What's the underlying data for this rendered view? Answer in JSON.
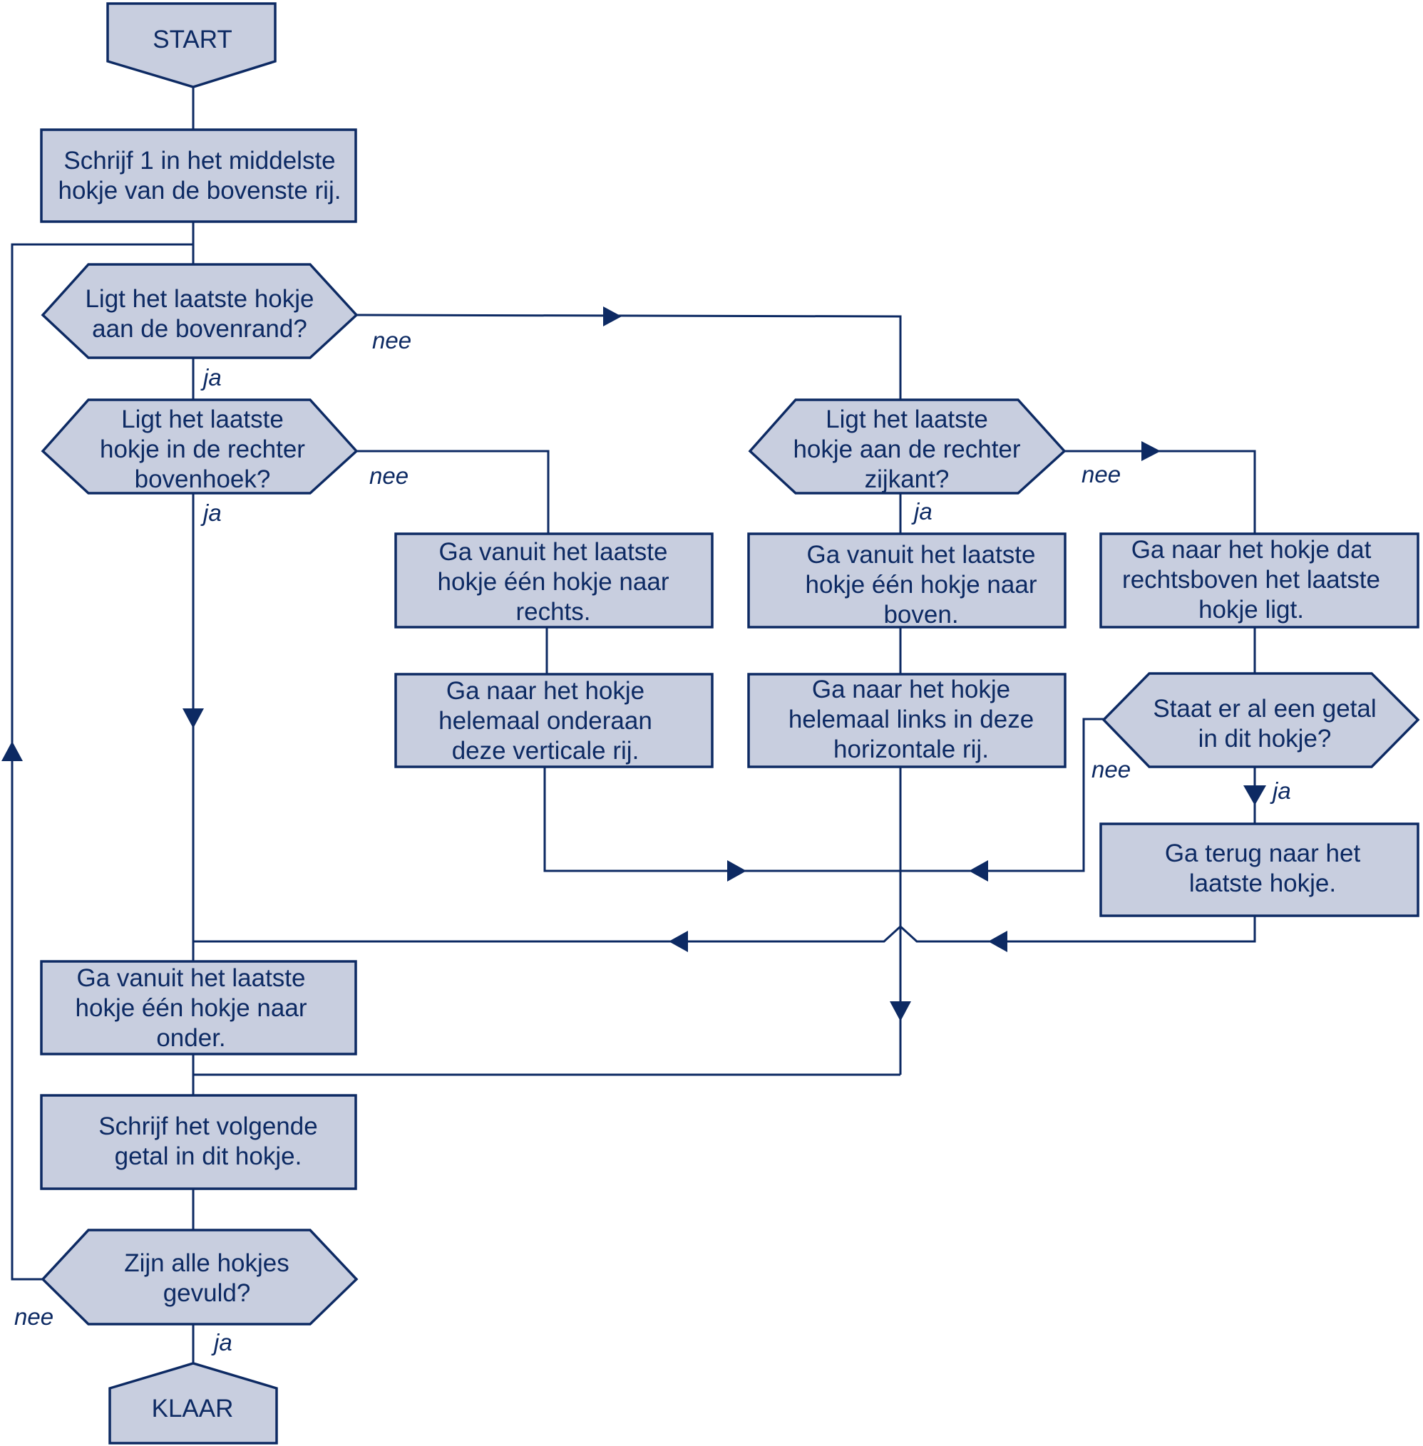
{
  "nodes": {
    "start": {
      "lines": [
        "START"
      ]
    },
    "write_one": {
      "lines": [
        "Schrijf 1 in het middelste",
        "hokje van de bovenste rij."
      ]
    },
    "q_top_edge": {
      "lines": [
        "Ligt het laatste hokje",
        "aan de bovenrand?"
      ]
    },
    "q_top_right_corner": {
      "lines": [
        "Ligt het laatste",
        "hokje in de rechter",
        "bovenhoek?"
      ]
    },
    "q_right_side": {
      "lines": [
        "Ligt het laatste",
        "hokje aan de rechter",
        "zijkant?"
      ]
    },
    "go_right": {
      "lines": [
        "Ga vanuit het laatste",
        "hokje één hokje naar",
        "rechts."
      ]
    },
    "go_up": {
      "lines": [
        "Ga vanuit het laatste",
        "hokje één hokje naar",
        "boven."
      ]
    },
    "go_up_right": {
      "lines": [
        "Ga naar het hokje dat",
        "rechtsboven het laatste",
        "hokje ligt."
      ]
    },
    "go_bottom_col": {
      "lines": [
        "Ga naar het hokje",
        "helemaal onderaan",
        "deze verticale rij."
      ]
    },
    "go_left_row": {
      "lines": [
        "Ga naar het hokje",
        "helemaal links in deze",
        "horizontale rij."
      ]
    },
    "q_has_number": {
      "lines": [
        "Staat er al een getal",
        "in dit hokje?"
      ]
    },
    "go_back": {
      "lines": [
        "Ga terug naar het",
        "laatste hokje."
      ]
    },
    "go_down": {
      "lines": [
        "Ga vanuit het laatste",
        "hokje één hokje naar",
        "onder."
      ]
    },
    "write_next": {
      "lines": [
        "Schrijf het volgende",
        "getal in dit hokje."
      ]
    },
    "q_all_filled": {
      "lines": [
        "Zijn alle hokjes",
        "gevuld?"
      ]
    },
    "end": {
      "lines": [
        "KLAAR"
      ]
    }
  },
  "edge_labels": {
    "top_edge_no": "nee",
    "top_edge_yes": "ja",
    "corner_no": "nee",
    "corner_yes": "ja",
    "right_side_no": "nee",
    "right_side_yes": "ja",
    "has_number_no": "nee",
    "has_number_yes": "ja",
    "all_filled_no": "nee",
    "all_filled_yes": "ja"
  }
}
